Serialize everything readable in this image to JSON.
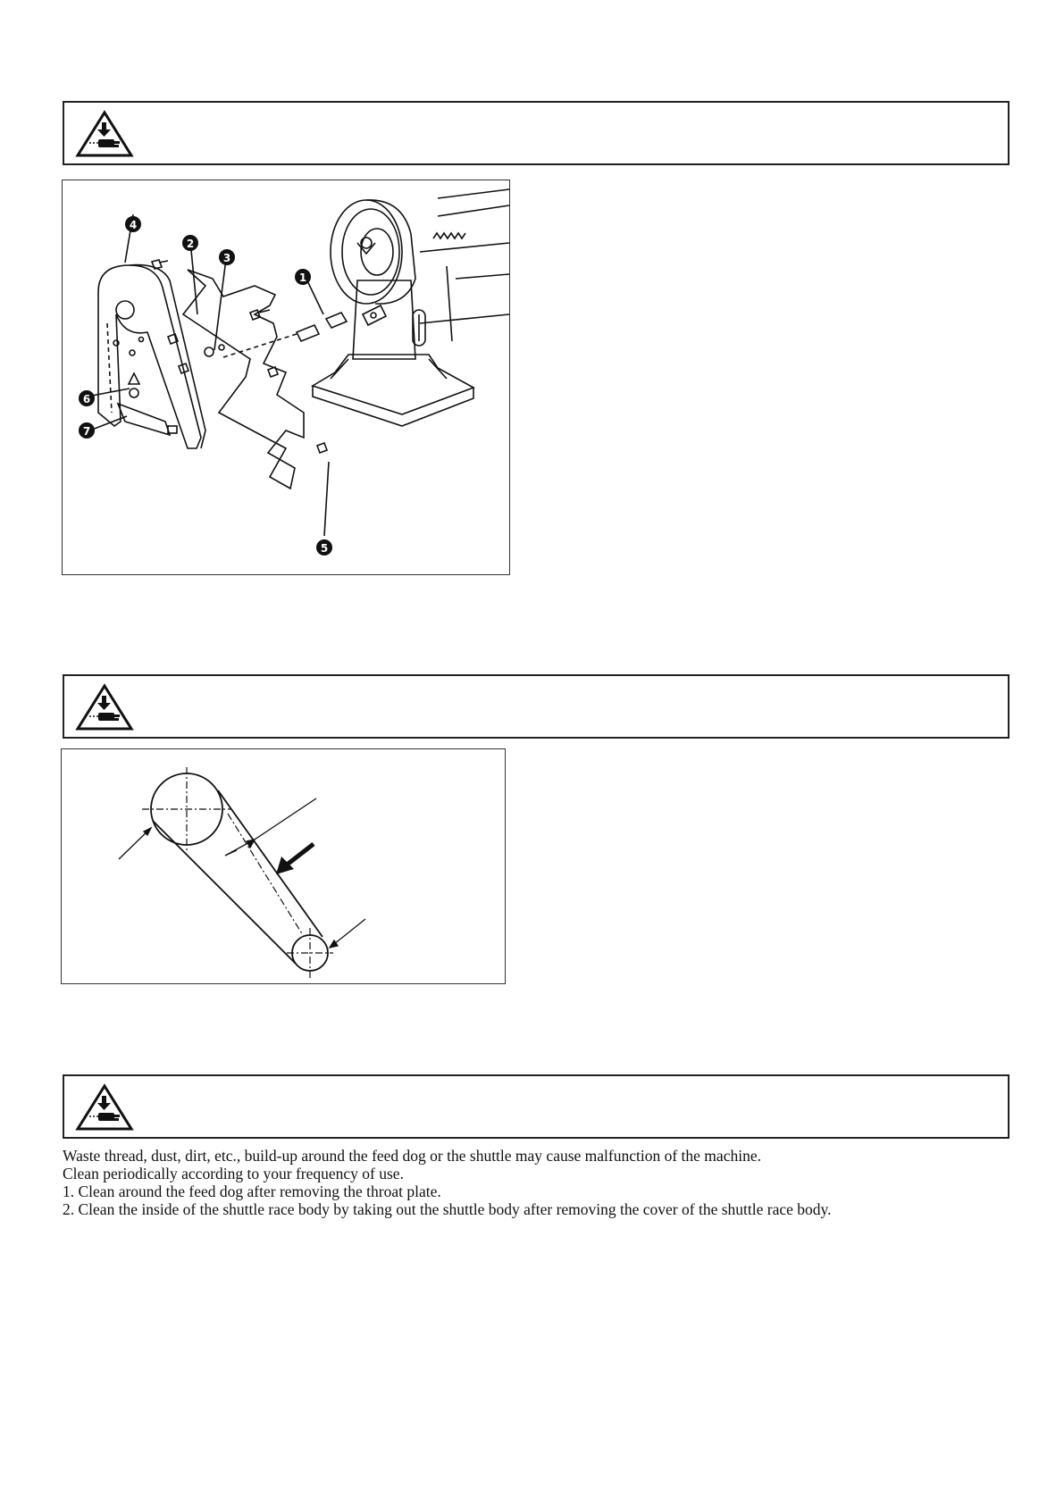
{
  "page": {
    "background": "#ffffff",
    "ink": "#111111"
  },
  "warnings": [
    {
      "icon": "hand-crush-warning-icon"
    },
    {
      "icon": "hand-crush-warning-icon"
    },
    {
      "icon": "hand-crush-warning-icon"
    }
  ],
  "figure1": {
    "callouts": [
      "1",
      "2",
      "3",
      "4",
      "5",
      "6",
      "7"
    ]
  },
  "figure2": {},
  "cleaning": {
    "intro": "Waste thread, dust, dirt, etc., build-up around the feed dog or the shuttle may cause malfunction of the machine.",
    "frequency": "Clean periodically according to your frequency of use.",
    "steps": [
      "1.  Clean around  the feed dog after removing the throat plate.",
      "2.  Clean the inside of the shuttle race body by taking out the shuttle body after removing the cover of the shuttle race body."
    ]
  }
}
